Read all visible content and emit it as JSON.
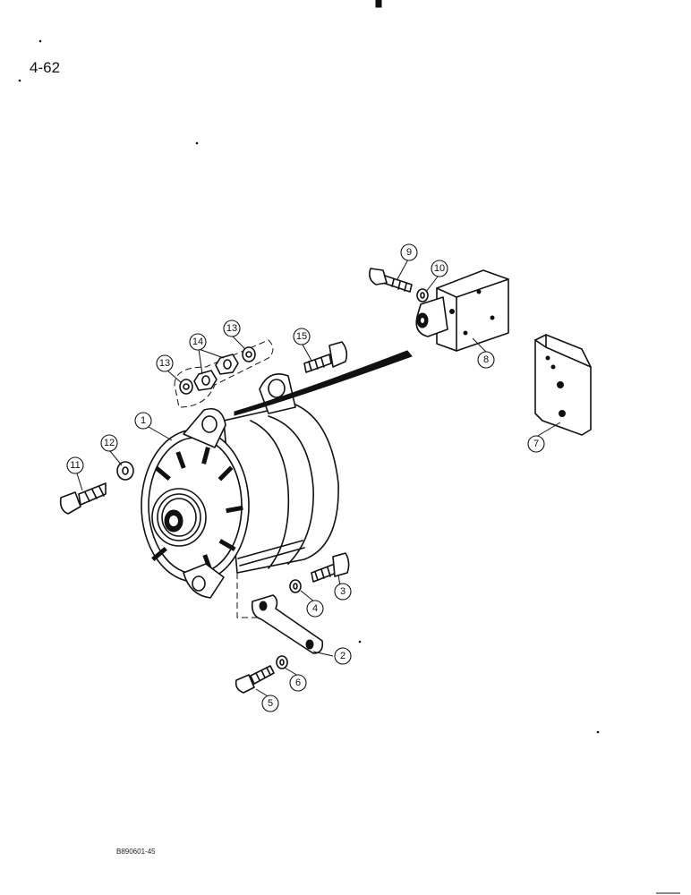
{
  "page": {
    "page_number": "4-62",
    "figure_code": "B890601-45"
  },
  "diagram": {
    "callouts": [
      "1",
      "2",
      "3",
      "4",
      "5",
      "6",
      "7",
      "8",
      "9",
      "10",
      "11",
      "12",
      "13",
      "13",
      "14",
      "15"
    ]
  }
}
